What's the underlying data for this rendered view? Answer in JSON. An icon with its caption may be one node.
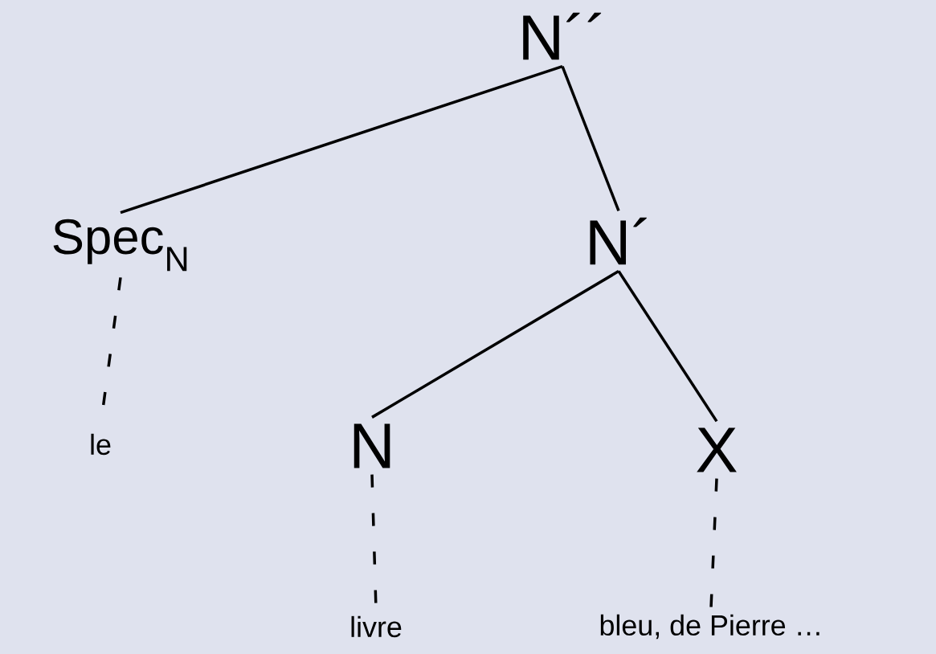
{
  "diagram": {
    "nodes": [
      {
        "text": [
          "N´´"
        ]
      },
      {
        "text": [
          "Spec$_{N}$"
        ]
      },
      {
        "text": [
          "N´"
        ]
      },
      {
        "text": [
          "le"
        ]
      },
      {
        "text": [
          "N"
        ]
      },
      {
        "text": [
          "X"
        ]
      },
      {
        "text": [
          "livre"
        ]
      },
      {
        "text": [
          "bleu, de Pierre …"
        ]
      }
    ],
    "edges": [
      {
        "from": 0,
        "to": 1,
        "arrow": "none"
      },
      {
        "from": 0,
        "to": 2,
        "arrow": "none"
      },
      {
        "from": 1,
        "to": 3,
        "arrow": "none",
        "style": "dashed"
      },
      {
        "from": 2,
        "to": 4,
        "arrow": "none"
      },
      {
        "from": 2,
        "to": 5,
        "arrow": "none"
      },
      {
        "from": 4,
        "to": 6,
        "arrow": "none",
        "style": "dashed"
      },
      {
        "from": 5,
        "to": 7,
        "arrow": "none",
        "style": "dashed"
      }
    ]
  }
}
